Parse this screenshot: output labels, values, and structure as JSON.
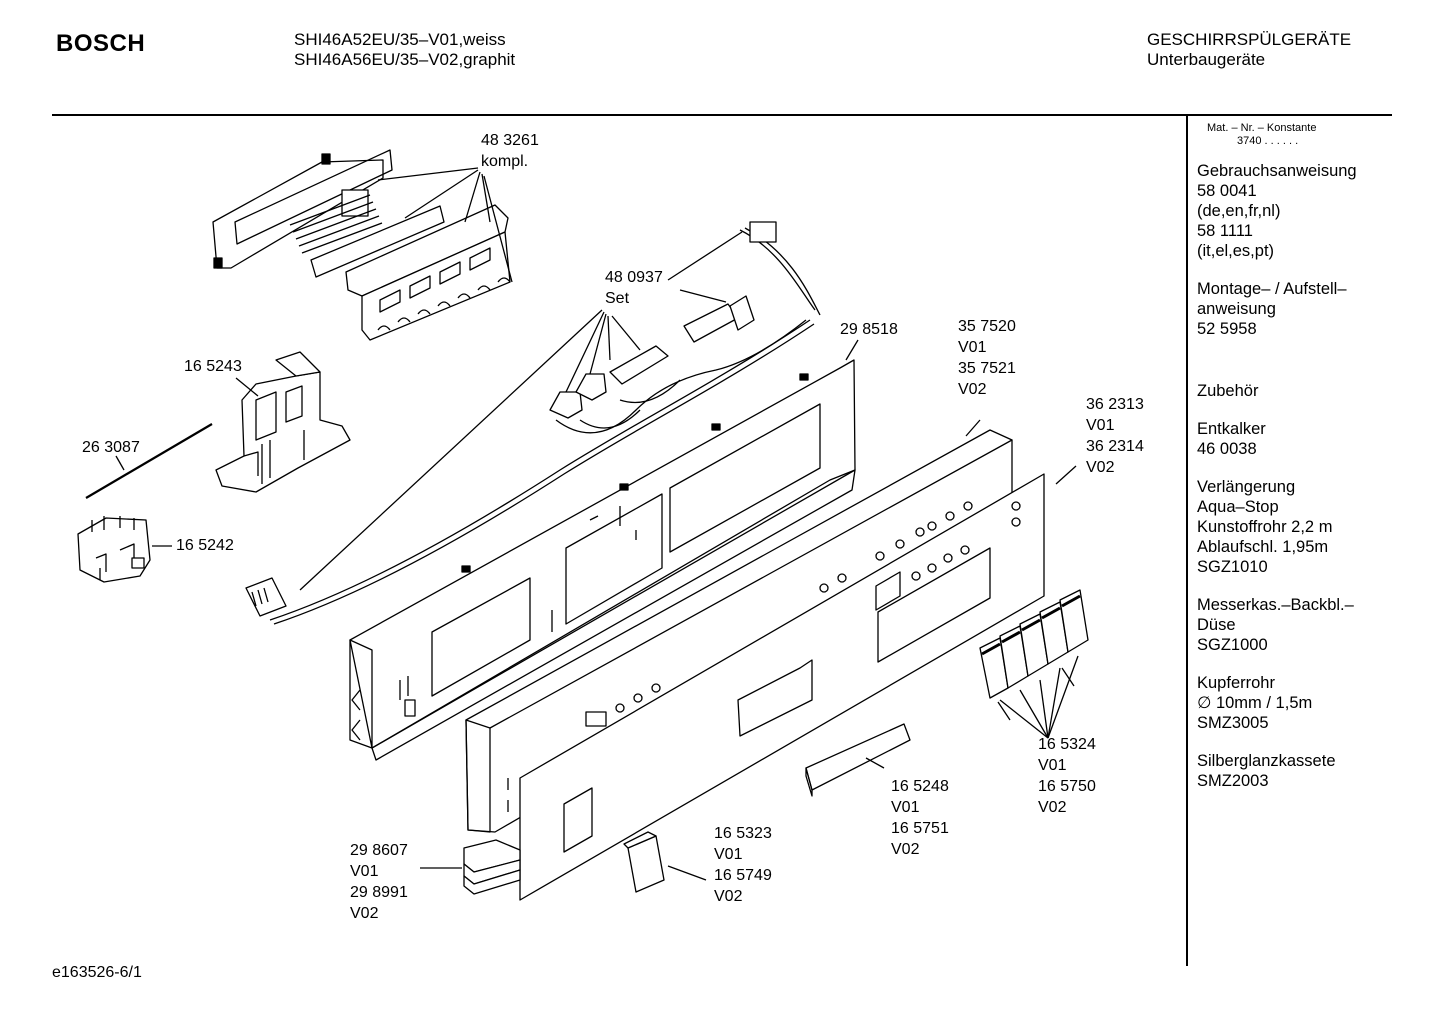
{
  "header": {
    "brand": "BOSCH",
    "models": [
      "SHI46A52EU/35–V01,weiss",
      "SHI46A56EU/35–V02,graphit"
    ],
    "category": [
      "GESCHIRRSPÜLGERÄTE",
      "Unterbaugeräte"
    ]
  },
  "sidebar": {
    "mat_label": "Mat. – Nr. – Konstante",
    "mat_const": "3740  .  .  .  .  .  .",
    "sections": [
      [
        "Gebrauchsanweisung",
        "58 0041",
        "(de,en,fr,nl)",
        "58 1111",
        "(it,el,es,pt)"
      ],
      [
        "Montage– / Aufstell–",
        "anweisung",
        "52 5958"
      ],
      [
        "Zubehör"
      ],
      [
        "Entkalker",
        "46 0038"
      ],
      [
        "Verlängerung",
        "Aqua–Stop",
        "Kunstoffrohr 2,2 m",
        "Ablaufschl. 1,95m",
        "SGZ1010"
      ],
      [
        "Messerkas.–Backbl.–",
        "Düse",
        "SGZ1000"
      ],
      [
        "Kupferrohr",
        "∅ 10mm / 1,5m",
        "SMZ3005"
      ],
      [
        "Silberglanzkassete",
        "SMZ2003"
      ]
    ]
  },
  "parts": {
    "p483261": [
      "48 3261",
      "kompl."
    ],
    "p480937": [
      "48 0937",
      "Set"
    ],
    "p298518": [
      "29 8518"
    ],
    "p357520": [
      "35 7520",
      "V01",
      "35 7521",
      "V02"
    ],
    "p362313": [
      "36 2313",
      "V01",
      "36 2314",
      "V02"
    ],
    "p165243": [
      "16 5243"
    ],
    "p263087": [
      "26 3087"
    ],
    "p165242": [
      "16 5242"
    ],
    "p165324": [
      "16 5324",
      "V01",
      "16 5750",
      "V02"
    ],
    "p165248": [
      "16 5248",
      "V01",
      "16 5751",
      "V02"
    ],
    "p165323": [
      "16 5323",
      "V01",
      "16 5749",
      "V02"
    ],
    "p298607": [
      "29 8607",
      "V01",
      "29 8991",
      "V02"
    ]
  },
  "footer": {
    "doc_id": "e163526-6/1"
  }
}
